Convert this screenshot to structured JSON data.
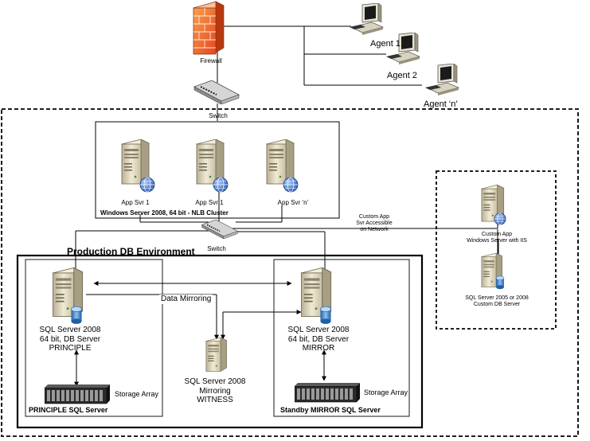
{
  "firewall": {
    "label": "Firewall"
  },
  "agents": [
    {
      "label": "Agent 1"
    },
    {
      "label": "Agent 2"
    },
    {
      "label": "Agent ‘n’"
    }
  ],
  "switches": {
    "top": "Switch",
    "bottom": "Switch"
  },
  "cluster": {
    "title": "Windows Server 2008, 64 bit - NLB Cluster",
    "servers": [
      "App Svr 1",
      "App Svr 1",
      "App Svr ‘n’"
    ]
  },
  "custom_app_link": "Custom App\nSvr Accessible\non Network",
  "custom_app_server": "Custom App\nWindows Server with IIS",
  "custom_db_server": "SQL Server 2005 or 2008\nCustom DB Server",
  "prod_env": {
    "title": "Production DB Environment"
  },
  "principle": {
    "server_label": "SQL Server 2008\n64 bit, DB Server\nPRINCIPLE",
    "storage": "Storage Array",
    "box_title": "PRINCIPLE SQL Server"
  },
  "mirror": {
    "server_label": "SQL Server 2008\n64 bit, DB Server\nMIRROR",
    "storage": "Storage Array",
    "box_title": "Standby MIRROR SQL Server"
  },
  "mirroring_label": "Data Mirroring",
  "witness": {
    "label": "SQL Server 2008\nMirroring\nWITNESS"
  },
  "colors": {
    "firewall_red": "#e8451d",
    "firewall_orange": "#f6a04f",
    "server_beige": "#e9e1c7",
    "globe_blue": "#2f5fb3",
    "disk_blue": "#3d82cf"
  }
}
